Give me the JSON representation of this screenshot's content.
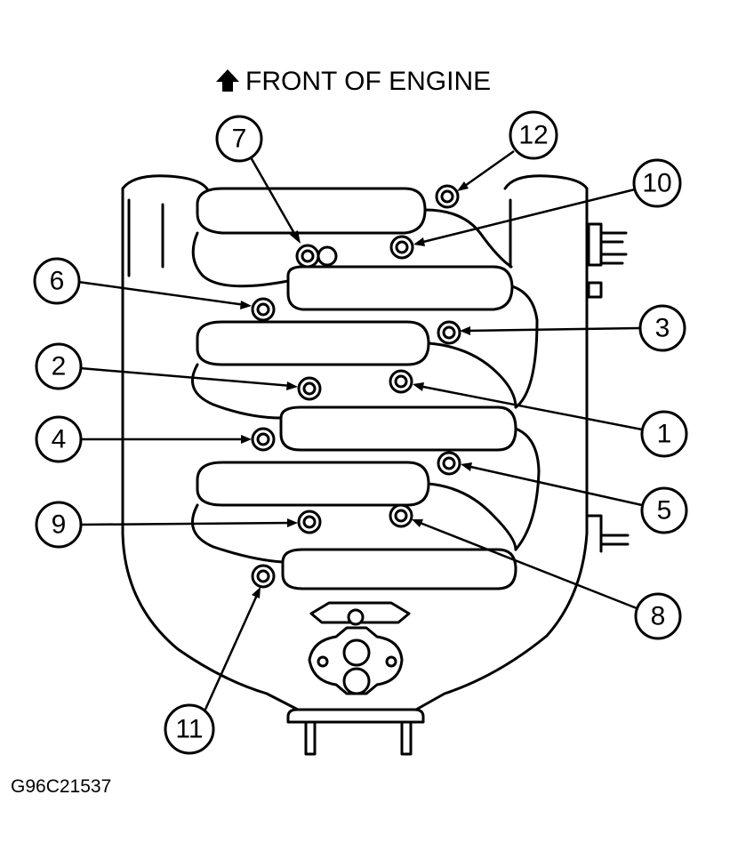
{
  "header": {
    "direction_icon": "arrow-up-icon",
    "title": "FRONT OF ENGINE"
  },
  "callouts": [
    {
      "id": "7",
      "label": "7"
    },
    {
      "id": "12",
      "label": "12"
    },
    {
      "id": "10",
      "label": "10"
    },
    {
      "id": "6",
      "label": "6"
    },
    {
      "id": "3",
      "label": "3"
    },
    {
      "id": "2",
      "label": "2"
    },
    {
      "id": "1",
      "label": "1"
    },
    {
      "id": "4",
      "label": "4"
    },
    {
      "id": "5",
      "label": "5"
    },
    {
      "id": "9",
      "label": "9"
    },
    {
      "id": "8",
      "label": "8"
    },
    {
      "id": "11",
      "label": "11"
    }
  ],
  "figure_id": "G96C21537"
}
